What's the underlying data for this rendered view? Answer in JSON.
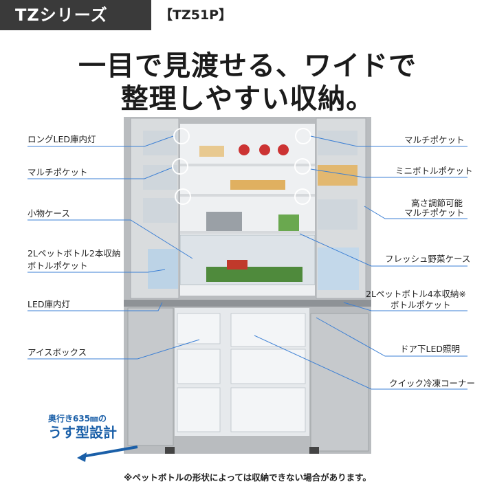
{
  "badge": {
    "series": "TZシリーズ",
    "model": "【TZ51P】"
  },
  "headline": {
    "line1": "一目で見渡せる、ワイドで",
    "line2": "整理しやすい収納。"
  },
  "labels_left": [
    {
      "text": "ロングLED庫内灯"
    },
    {
      "text": "マルチポケット"
    },
    {
      "text": "小物ケース"
    },
    {
      "text": "2Lペットボトル2本収納"
    },
    {
      "text": "ボトルポケット"
    },
    {
      "text": "LED庫内灯"
    },
    {
      "text": "アイスボックス"
    }
  ],
  "labels_right": [
    {
      "text": "マルチポケット"
    },
    {
      "text": "ミニボトルポケット"
    },
    {
      "text": "高さ調節可能"
    },
    {
      "text": "マルチポケット"
    },
    {
      "text": "フレッシュ野菜ケース"
    },
    {
      "text": "2Lペットボトル4本収納※"
    },
    {
      "text": "ボトルポケット"
    },
    {
      "text": "ドア下LED照明"
    },
    {
      "text": "クイック冷凍コーナー"
    }
  ],
  "slim": {
    "line1": "奥行き635㎜の",
    "line2": "うす型設計"
  },
  "footnote": "※ペットボトルの形状によっては収納できない場合があります。",
  "colors": {
    "badge_bg": "#3a3a3a",
    "accent_blue": "#1a5fa8",
    "line_blue": "#3b7fd4",
    "fridge_silver": "#c9ccce"
  }
}
